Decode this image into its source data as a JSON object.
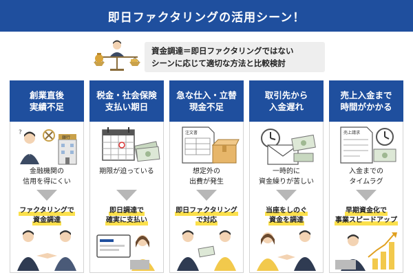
{
  "title": "即日ファクタリングの活用シーン！",
  "intro": {
    "line1": "資金調達＝即日ファクタリングではない",
    "line2": "シーンに応じて適切な方法と比較検討"
  },
  "cards": [
    {
      "heading": [
        "創業直後",
        "実績不足"
      ],
      "problem": [
        "金融機関の",
        "信用を得にくい"
      ],
      "solution": [
        "ファクタリングで",
        "資金調達"
      ],
      "top_icons": [
        "worried-businessman-icon",
        "x-mark-icon",
        "bank-building-icon"
      ],
      "bottom_icons": [
        "handshake-icon"
      ],
      "sign_text": "銀行"
    },
    {
      "heading": [
        "税金・社会保険",
        "支払い期日"
      ],
      "problem": [
        "期限が迫っている"
      ],
      "solution": [
        "即日調達で",
        "確実に支払い"
      ],
      "top_icons": [
        "calendar-icon",
        "cash-bills-icon"
      ],
      "bottom_icons": [
        "laptop-payment-icon",
        "woman-on-laptop-icon"
      ]
    },
    {
      "heading": [
        "急な仕入・立替",
        "現金不足"
      ],
      "problem": [
        "想定外の",
        "出費が発生"
      ],
      "solution": [
        "即日ファクタリング",
        "で対応"
      ],
      "top_icons": [
        "purchase-order-document-icon",
        "cardboard-box-icon"
      ],
      "bottom_icons": [
        "cash-handover-icon"
      ],
      "doc_text": "注文書"
    },
    {
      "heading": [
        "取引先から",
        "入金遅れ"
      ],
      "problem": [
        "一時的に",
        "資金繰りが苦しい"
      ],
      "solution": [
        "当座をしのぐ",
        "資金を調達"
      ],
      "top_icons": [
        "clock-icon",
        "envelope-icon",
        "cash-bills-icon"
      ],
      "bottom_icons": [
        "businesspeople-meeting-icon"
      ]
    },
    {
      "heading": [
        "売上入金まで",
        "時間がかかる"
      ],
      "problem": [
        "入金までの",
        "タイムラグ"
      ],
      "solution": [
        "早期資金化で",
        "事業スピードアップ"
      ],
      "top_icons": [
        "sales-ledger-document-icon",
        "clock-icon",
        "cash-bills-icon"
      ],
      "bottom_icons": [
        "growth-chart-icon",
        "businessman-on-laptop-icon"
      ],
      "doc_text": "売上請求"
    }
  ],
  "colors": {
    "primary": "#1f4f9e",
    "highlight": "#fbe04c",
    "arrow": "#b7b7b7",
    "intro_bg": "#eeeeee"
  }
}
